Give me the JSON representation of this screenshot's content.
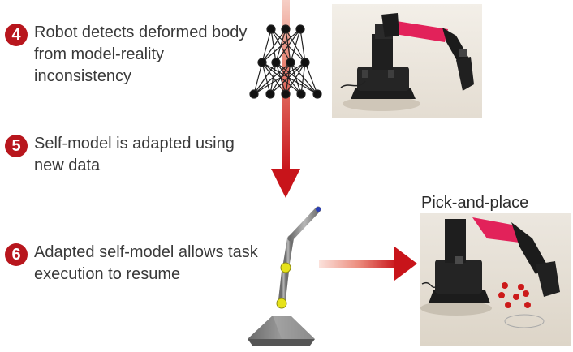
{
  "steps": [
    {
      "number": "4",
      "text": "Robot detects deformed body\nfrom model-reality\ninconsistency"
    },
    {
      "number": "5",
      "text": "Self-model is adapted using\nnew data"
    },
    {
      "number": "6",
      "text": "Adapted self-model allows task\nexecution to resume"
    }
  ],
  "caption": "Pick-and-place",
  "colors": {
    "badge": "#b8161d",
    "arrow_dark": "#c8141a",
    "arrow_light": "#f3c8c0",
    "robot_link": "#e2225a",
    "robot_body": "#1e1e1e",
    "joint": "#e6e21a",
    "ball": "#cc1a1a"
  },
  "icons": [
    "neural-network-icon",
    "robot-arm-photo",
    "self-model-render",
    "pick-and-place-photo"
  ]
}
